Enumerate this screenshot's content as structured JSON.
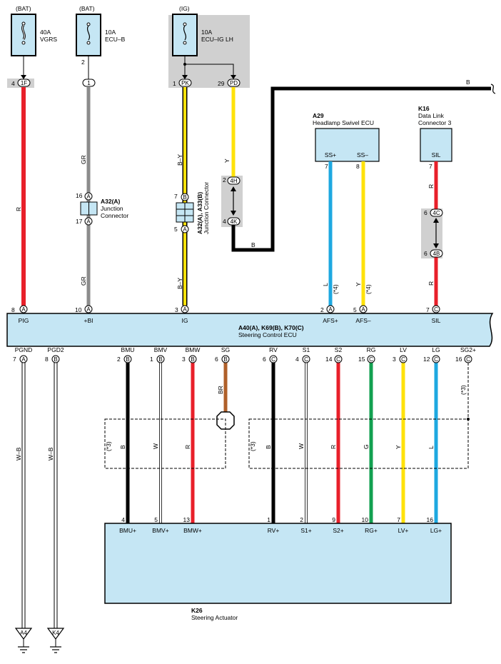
{
  "colors": {
    "box_fill": "#c5e6f4",
    "shade": "#d0d0d0",
    "red": "#e8202a",
    "gray": "#8c8c8c",
    "yellow": "#ffe20a",
    "blue": "#1ea8e0",
    "black": "#000000",
    "brown": "#b0602a",
    "green": "#12a050",
    "white_wire": "#ffffff"
  },
  "power": [
    {
      "source": "(BAT)",
      "rating": "40A",
      "name": "VGRS",
      "pin": "4",
      "conn": "1F"
    },
    {
      "source": "(BAT)",
      "rating": "10A",
      "name": "ECU–B",
      "pin": "2",
      "conn": "1"
    },
    {
      "source": "(IG)",
      "rating": "10A",
      "name": "ECU–IG LH",
      "pin_a": "1",
      "conn_a": "PK",
      "pin_b": "29",
      "conn_b": "PD"
    }
  ],
  "b_lead": "B",
  "wires": {
    "r": "R",
    "gr": "GR",
    "by": "B–Y",
    "y": "Y",
    "b": "B",
    "l": "L",
    "wb": "W–B",
    "w": "W",
    "br": "BR",
    "g": "G"
  },
  "junction1": {
    "code": "A32(A)",
    "name1": "Junction",
    "name2": "Connector",
    "pin_top": "16",
    "pin_bot": "17",
    "conn": "A"
  },
  "junction2": {
    "code": "A32(A), A33(B)",
    "name": "Junction Connector",
    "pin_top": "7",
    "pin_bot": "5",
    "conn_top": "B",
    "conn_bot": "A"
  },
  "inline1": {
    "pin_top": "2",
    "conn_top": "4H",
    "pin_bot": "4",
    "conn_bot": "4K"
  },
  "inline2": {
    "pin_top": "6",
    "conn_top": "4C",
    "pin_bot": "6",
    "conn_bot": "4B"
  },
  "headlamp": {
    "code": "A29",
    "name": "Headlamp Swivel ECU",
    "pin1": "SS+",
    "pin2": "SS–",
    "n1": "7",
    "n2": "8",
    "note": "(*4)"
  },
  "dlc": {
    "code": "K16",
    "name1": "Data Link",
    "name2": "Connector 3",
    "pin": "SIL",
    "n": "7"
  },
  "ecu": {
    "code": "A40(A), K69(B), K70(C)",
    "name": "Steering Control ECU",
    "top_pins": [
      {
        "n": "8",
        "c": "A",
        "label": "PIG"
      },
      {
        "n": "10",
        "c": "A",
        "label": "+BI"
      },
      {
        "n": "3",
        "c": "A",
        "label": "IG"
      },
      {
        "n": "2",
        "c": "A",
        "label": "AFS+"
      },
      {
        "n": "5",
        "c": "A",
        "label": "AFS–"
      },
      {
        "n": "7",
        "c": "C",
        "label": "SIL"
      }
    ],
    "bottom_pins": [
      {
        "n": "7",
        "c": "A",
        "label": "PGND"
      },
      {
        "n": "8",
        "c": "B",
        "label": "PGD2"
      },
      {
        "n": "2",
        "c": "B",
        "label": "BMU"
      },
      {
        "n": "1",
        "c": "B",
        "label": "BMV"
      },
      {
        "n": "3",
        "c": "B",
        "label": "BMW"
      },
      {
        "n": "6",
        "c": "B",
        "label": "SG"
      },
      {
        "n": "6",
        "c": "C",
        "label": "RV"
      },
      {
        "n": "4",
        "c": "C",
        "label": "S1"
      },
      {
        "n": "14",
        "c": "C",
        "label": "S2"
      },
      {
        "n": "15",
        "c": "C",
        "label": "RG"
      },
      {
        "n": "3",
        "c": "C",
        "label": "LV"
      },
      {
        "n": "12",
        "c": "C",
        "label": "LG"
      },
      {
        "n": "16",
        "c": "C",
        "label": "SG2+"
      }
    ]
  },
  "shield_note": "(*3)",
  "actuator": {
    "code": "K26",
    "name": "Steering Actuator",
    "pins": [
      {
        "n": "4",
        "label": "BMU+"
      },
      {
        "n": "5",
        "label": "BMV+"
      },
      {
        "n": "13",
        "label": "BMW+"
      },
      {
        "n": "1",
        "label": "RV+"
      },
      {
        "n": "2",
        "label": "S1+"
      },
      {
        "n": "9",
        "label": "S2+"
      },
      {
        "n": "10",
        "label": "RG+"
      },
      {
        "n": "7",
        "label": "LV+"
      },
      {
        "n": "16",
        "label": "LG+"
      }
    ]
  },
  "grounds": [
    "A4",
    "K4"
  ]
}
